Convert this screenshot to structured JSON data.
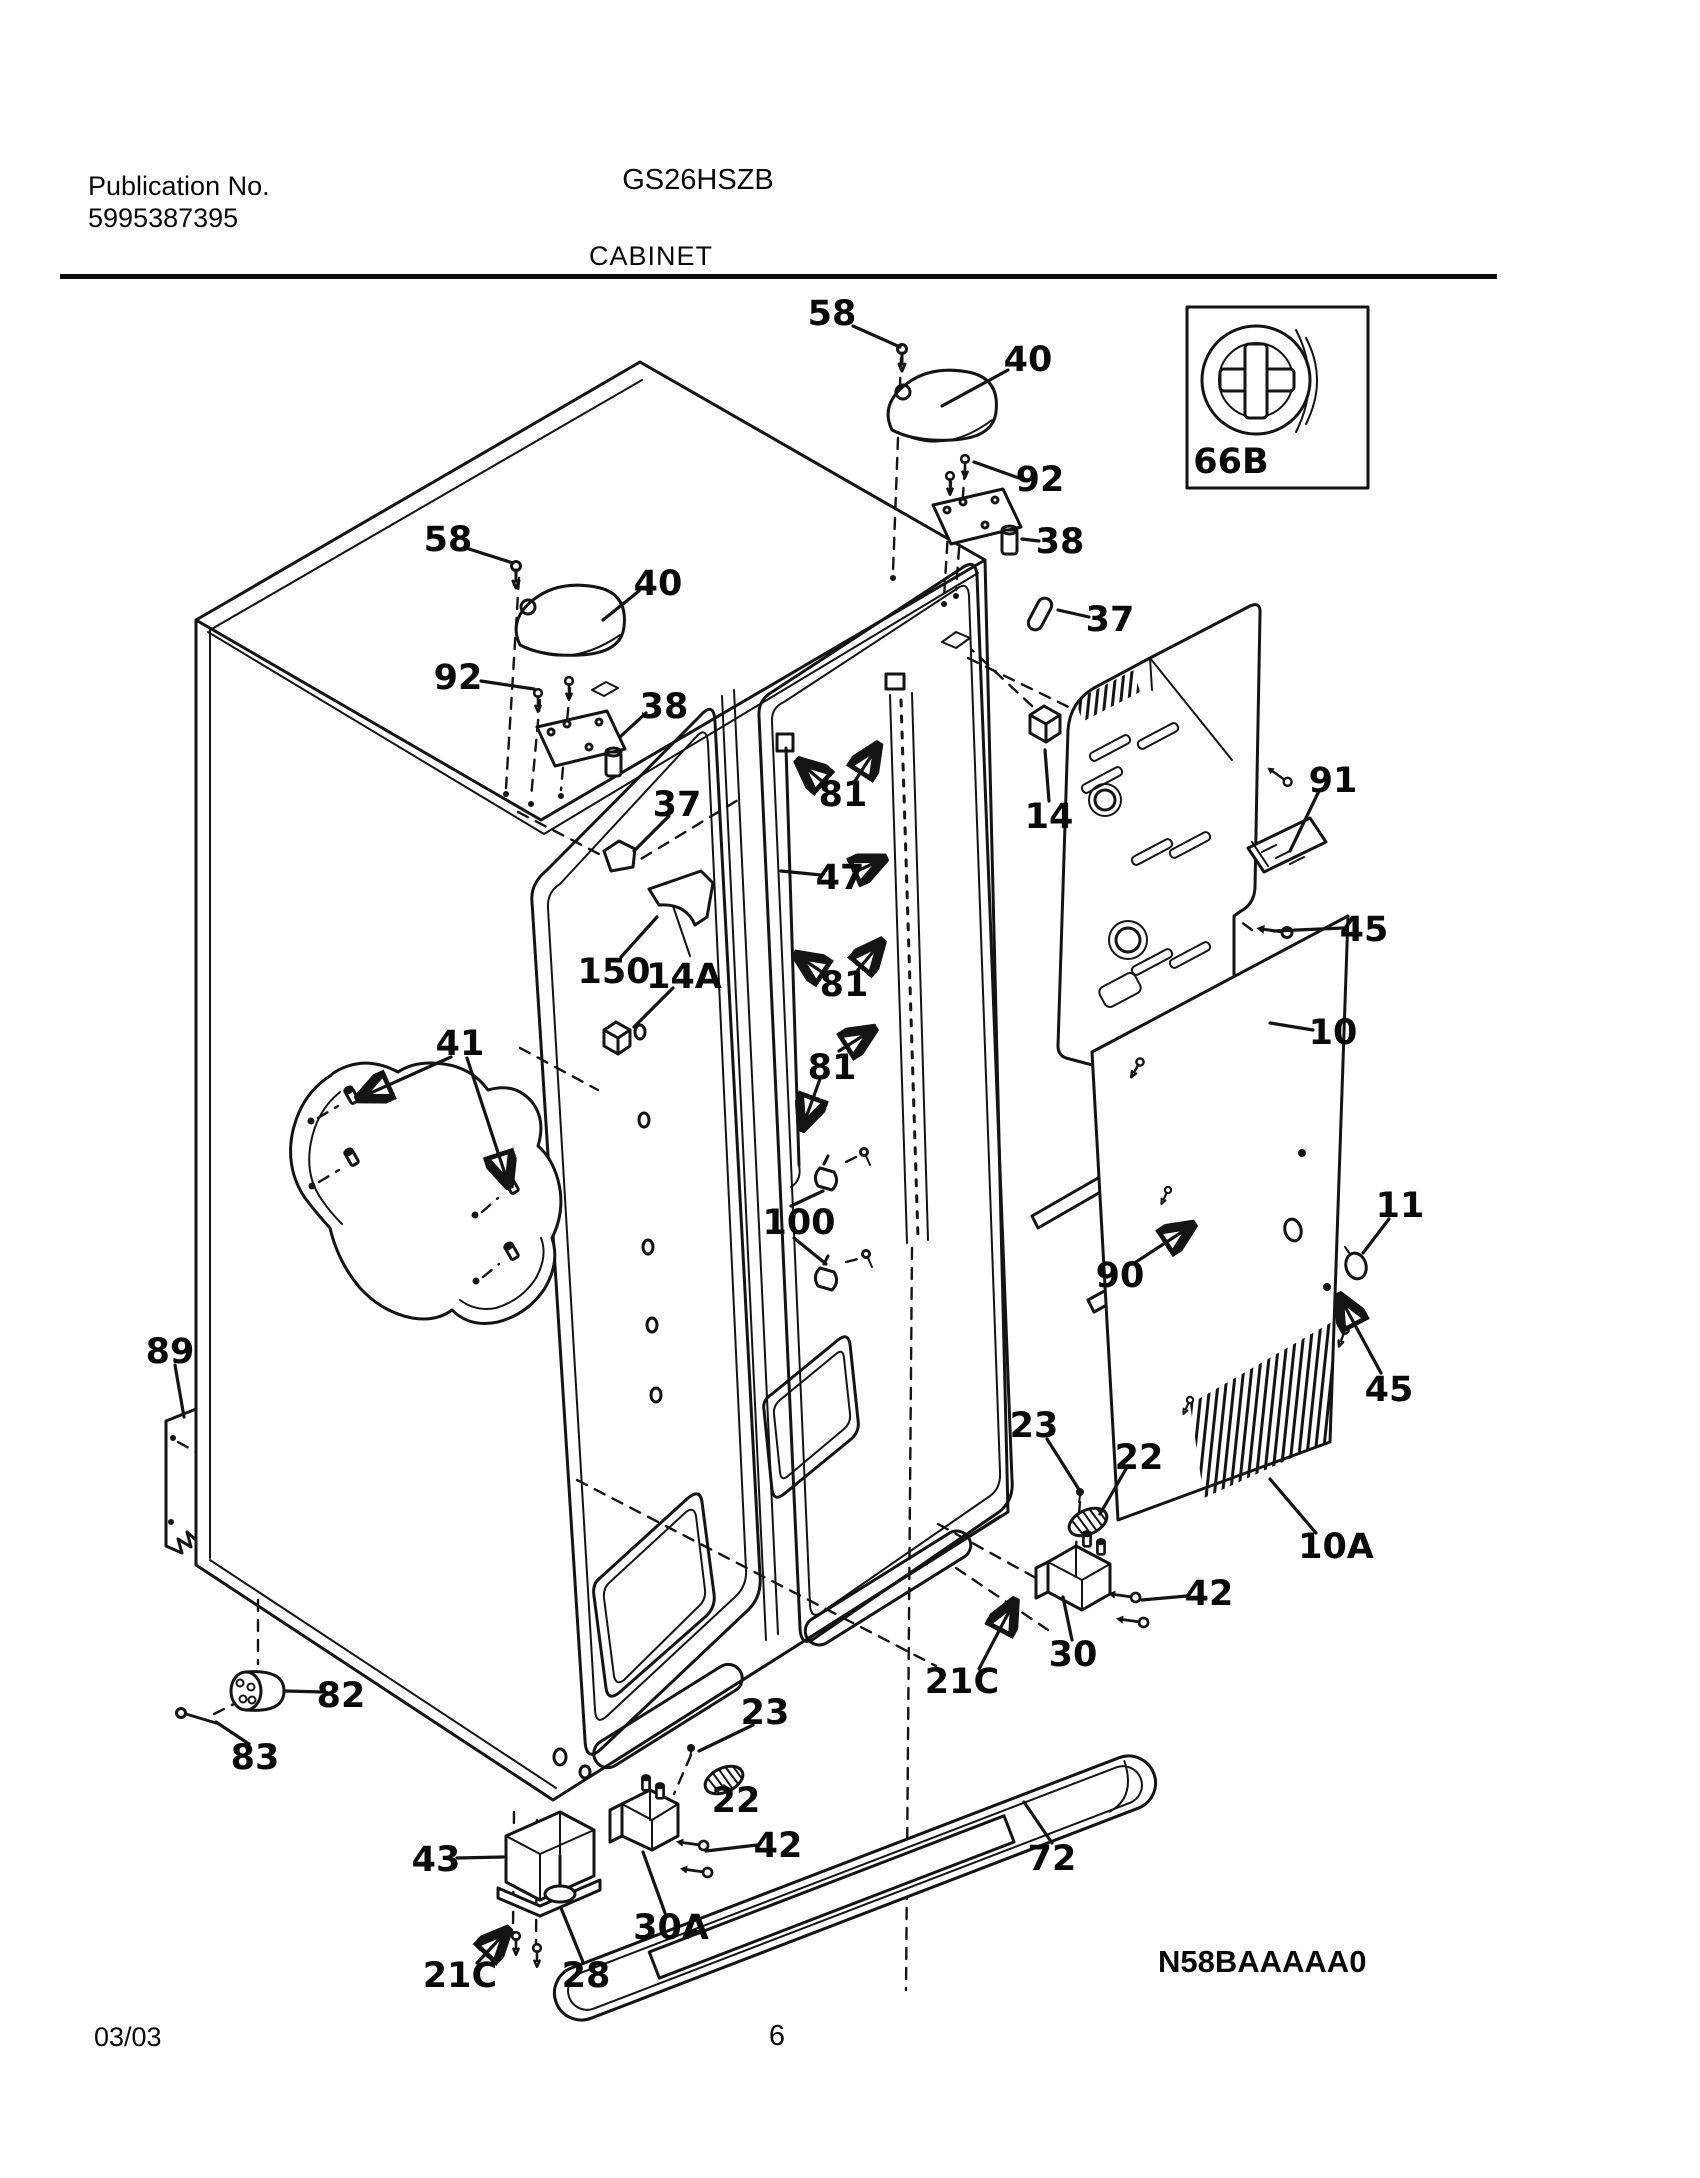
{
  "header": {
    "publication_label": "Publication No.",
    "publication_number": "5995387395",
    "model": "GS26HSZB",
    "section_title": "CABINET"
  },
  "inset": {
    "label": "66B"
  },
  "callouts": [
    "58",
    "40",
    "92",
    "38",
    "37",
    "58",
    "40",
    "92",
    "38",
    "37",
    "150",
    "14A",
    "41",
    "81",
    "47",
    "81",
    "81",
    "100",
    "14",
    "91",
    "45",
    "10",
    "90",
    "11",
    "45",
    "10A",
    "23",
    "22",
    "42",
    "30",
    "21C",
    "72",
    "89",
    "82",
    "83",
    "23",
    "22",
    "42",
    "43",
    "30A",
    "21C",
    "28"
  ],
  "footer": {
    "date": "03/03",
    "page_number": "6",
    "diagram_code": "N58BAAAAA0"
  }
}
